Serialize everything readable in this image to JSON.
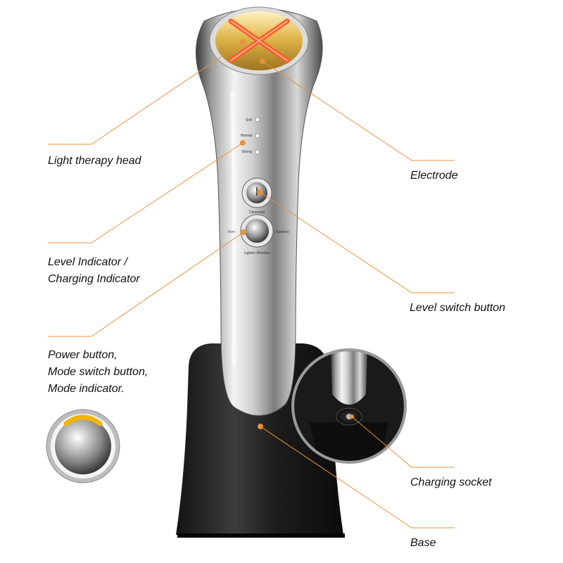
{
  "accent_color": "#e8913a",
  "callouts": {
    "light_therapy_head": "Light therapy head",
    "electrode": "Electrode",
    "level_indicator_line1": "Level Indicator /",
    "level_indicator_line2": "Charging Indicator",
    "level_switch_button": "Level switch button",
    "power_line1": "Power button,",
    "power_line2": "Mode switch button,",
    "power_line3": "Mode indicator.",
    "charging_socket": "Charging socket",
    "base": "Base"
  },
  "device_labels": {
    "level_soft": "Soft",
    "level_normal": "Normal",
    "level_strong": "Strong",
    "cleansing": "Cleansing",
    "firm": "Firm",
    "nutrition": "Nutrition",
    "lighten_wrinkles": "Lighten Wrinkles"
  }
}
